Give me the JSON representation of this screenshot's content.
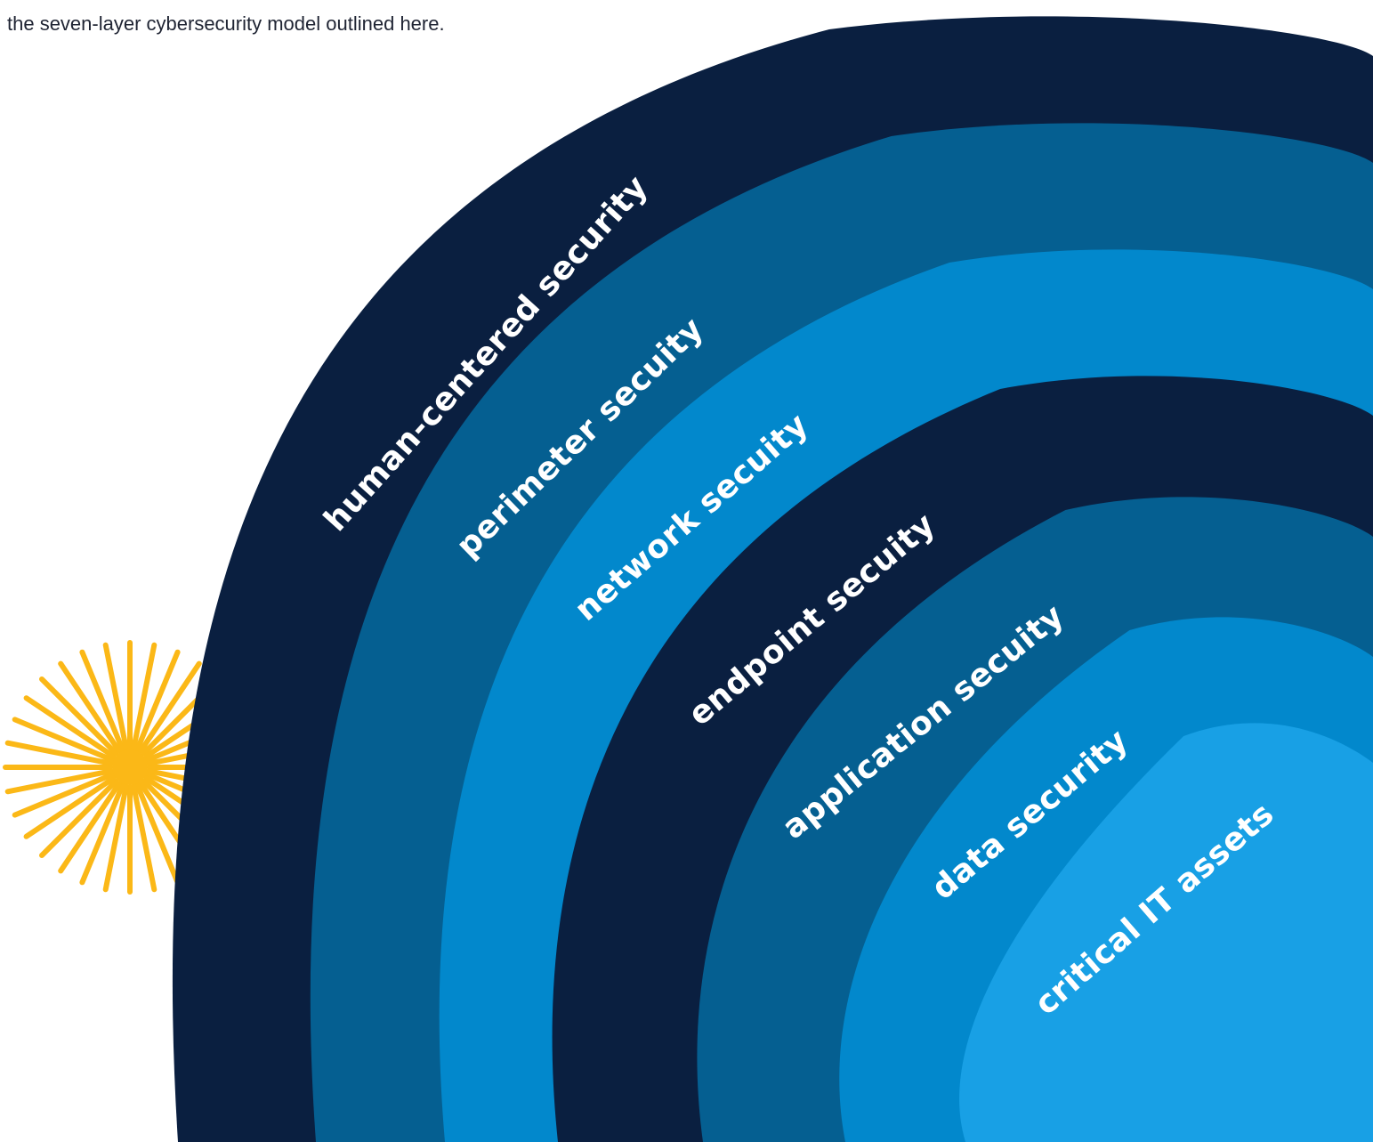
{
  "intro_text": "the seven-layer cybersecurity model outlined here.",
  "colors": {
    "navy": "#0a1f40",
    "steel_blue": "#055f91",
    "blue": "#0288cc",
    "light_blue": "#18a0e5",
    "sun": "#fbb817",
    "label": "#ffffff"
  },
  "icons": {
    "sun": "sunburst-icon"
  },
  "layers": [
    {
      "label": "human-centered security",
      "color": "#0a1f40"
    },
    {
      "label": "perimeter secuity",
      "color": "#055f91"
    },
    {
      "label": "network secuity",
      "color": "#0288cc"
    },
    {
      "label": "endpoint secuity",
      "color": "#0a1f40"
    },
    {
      "label": "application secuity",
      "color": "#055f91"
    },
    {
      "label": "data security",
      "color": "#0288cc"
    },
    {
      "label": "critical IT assets",
      "color": "#18a0e5"
    }
  ]
}
